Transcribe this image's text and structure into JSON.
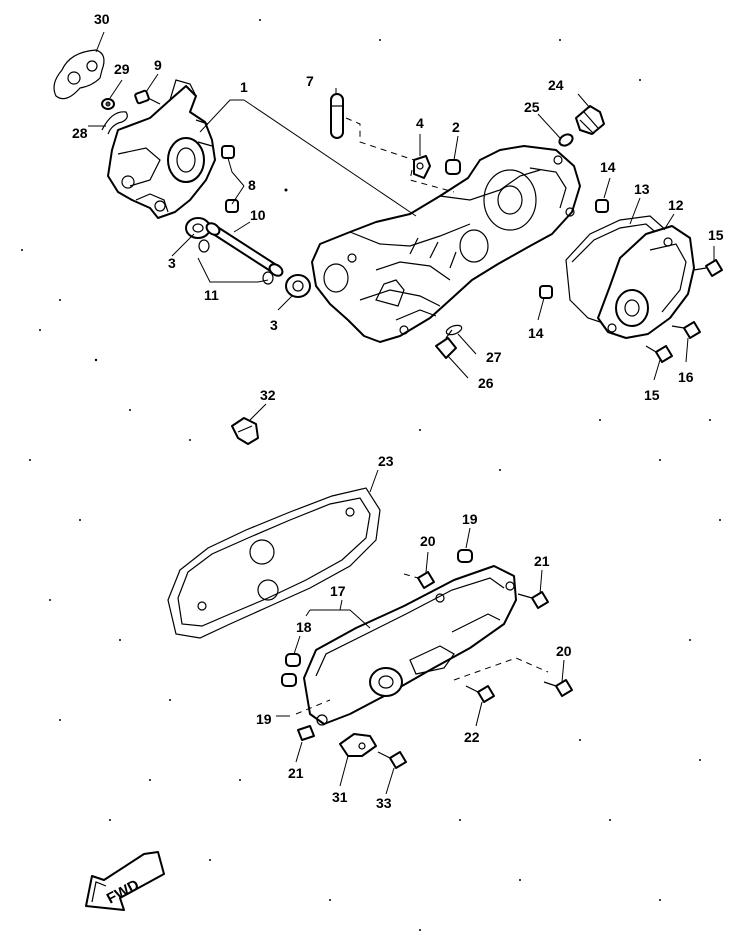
{
  "labels": {
    "l1": "1",
    "l2": "2",
    "l3a": "3",
    "l3b": "3",
    "l4": "4",
    "l7": "7",
    "l8": "8",
    "l9": "9",
    "l10": "10",
    "l11": "11",
    "l12": "12",
    "l13": "13",
    "l14a": "14",
    "l14b": "14",
    "l15a": "15",
    "l15b": "15",
    "l16": "16",
    "l17": "17",
    "l18": "18",
    "l19a": "19",
    "l19b": "19",
    "l20a": "20",
    "l20b": "20",
    "l21a": "21",
    "l21b": "21",
    "l22": "22",
    "l23": "23",
    "l24": "24",
    "l25": "25",
    "l26": "26",
    "l27": "27",
    "l28": "28",
    "l29": "29",
    "l30": "30",
    "l31": "31",
    "l32": "32",
    "l33": "33"
  },
  "fwd_label": "FWD"
}
